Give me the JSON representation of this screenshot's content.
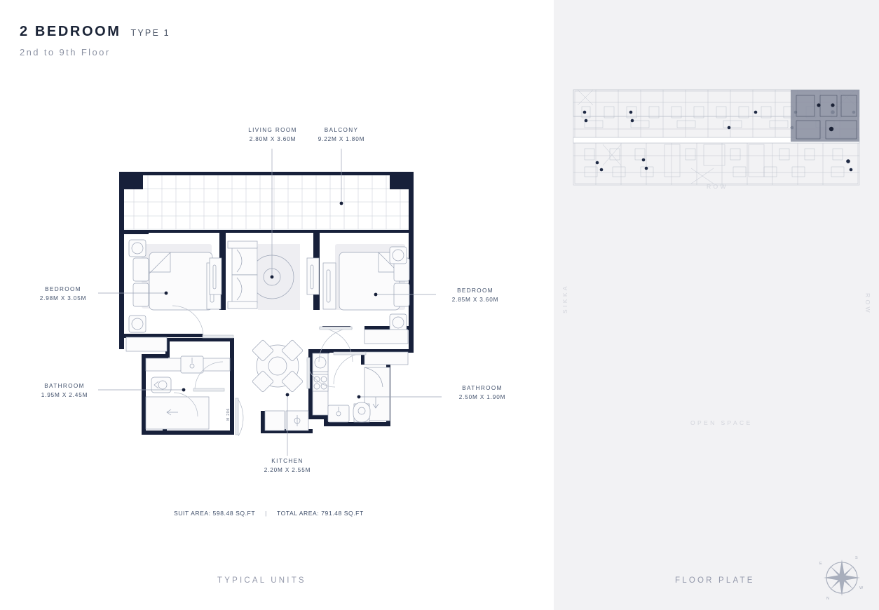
{
  "header": {
    "title_main": "2 BEDROOM",
    "title_type": "TYPE 1",
    "subtitle": "2nd to 9th Floor"
  },
  "rooms": [
    {
      "id": "living-room",
      "name": "LIVING ROOM",
      "dims": "2.80M X 3.60M"
    },
    {
      "id": "balcony",
      "name": "BALCONY",
      "dims": "9.22M X 1.80M"
    },
    {
      "id": "bedroom-left",
      "name": "BEDROOM",
      "dims": "2.98M X 3.05M"
    },
    {
      "id": "bedroom-right",
      "name": "BEDROOM",
      "dims": "2.85M X 3.60M"
    },
    {
      "id": "bathroom-left",
      "name": "BATHROOM",
      "dims": "1.95M X 2.45M"
    },
    {
      "id": "bathroom-right",
      "name": "BATHROOM",
      "dims": "2.50M X 1.90M"
    },
    {
      "id": "kitchen",
      "name": "KITCHEN",
      "dims": "2.20M X 2.55M"
    }
  ],
  "areas": {
    "suit": "SUIT AREA: 598.48 SQ.FT",
    "separator": "|",
    "total": "TOTAL AREA: 791.48 SQ.FT"
  },
  "captions": {
    "left": "TYPICAL UNITS",
    "right": "FLOOR PLATE"
  },
  "floor_plate": {
    "label_top": "ROW",
    "label_left": "SIKKA",
    "label_right": "ROW",
    "label_bottom": "OPEN SPACE"
  },
  "compass": {
    "north": "N",
    "south": "S",
    "east": "E",
    "west": "W"
  },
  "door_tag": "M 206",
  "colors": {
    "wall": "#17203a",
    "panel_bg": "#f2f2f4",
    "text": "#41506b",
    "muted": "#9499ab",
    "faint": "#d3d5dc",
    "highlight_unit": "#8a90a1"
  }
}
